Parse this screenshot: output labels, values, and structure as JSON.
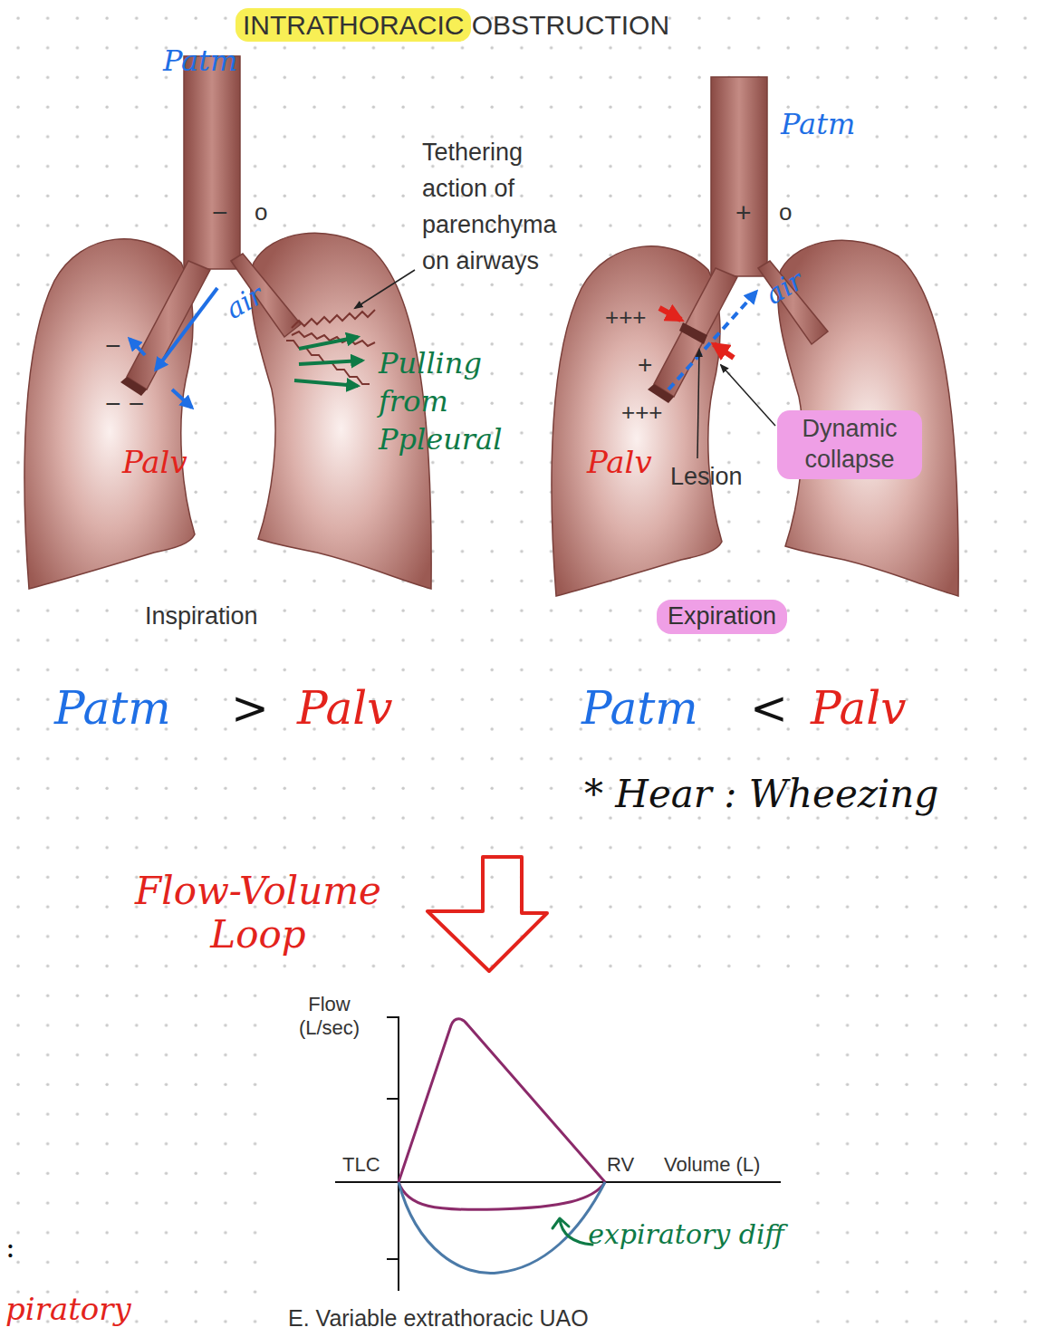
{
  "diagram": {
    "title": "INTRATHORACIC OBSTRUCTION",
    "nodes": [
      {
        "text": [
          "Dynamic collapse"
        ]
      },
      {
        "text": [
          "Expiration"
        ]
      }
    ],
    "labels": [
      "Patm",
      "−",
      "o",
      "Tethering action of parenchyma on airways",
      "air",
      "−",
      "− −",
      "Pulling from Ppleural",
      "Palv",
      "Patm",
      "+",
      "o",
      "+++",
      "air",
      "+",
      "+++",
      "Palv",
      "Lesion",
      "Inspiration",
      "Patm",
      ">",
      "Palv",
      "Patm",
      "<",
      "Palv",
      "* Hear : Wheezing",
      "Flow-Volume Loop",
      "Flow (L/sec)",
      "TLC",
      "RV",
      "Volume (L)",
      "expiratory diff",
      "E. Variable extrathoracic UAO",
      ":",
      "piratory"
    ]
  }
}
